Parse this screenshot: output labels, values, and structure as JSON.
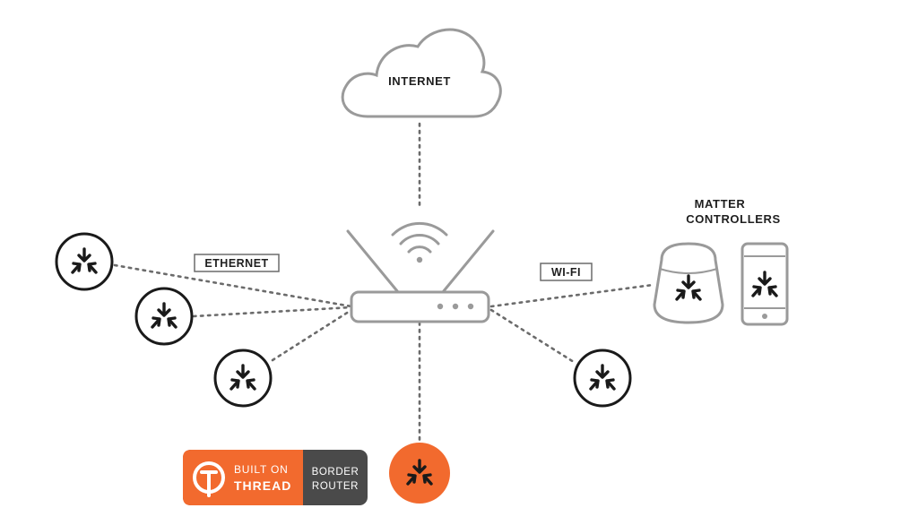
{
  "labels": {
    "internet": "INTERNET",
    "ethernet": "ETHERNET",
    "wifi": "WI-FI",
    "matter_controllers_line1": "MATTER",
    "matter_controllers_line2": "CONTROLLERS"
  },
  "badge": {
    "left_line1": "BUILT ON",
    "left_line2": "THREAD",
    "right_line1": "BORDER",
    "right_line2": "ROUTER"
  },
  "colors": {
    "accent": "#f26a2e",
    "line": "#6b6b6b",
    "outline": "#9a9a9a",
    "icon": "#1a1a1a",
    "badge_dark": "#4a4a4a"
  },
  "icons": [
    "cloud-icon",
    "router-icon",
    "wifi-icon",
    "matter-logo-icon",
    "smart-speaker-icon",
    "smartphone-icon",
    "thread-logo-icon"
  ]
}
